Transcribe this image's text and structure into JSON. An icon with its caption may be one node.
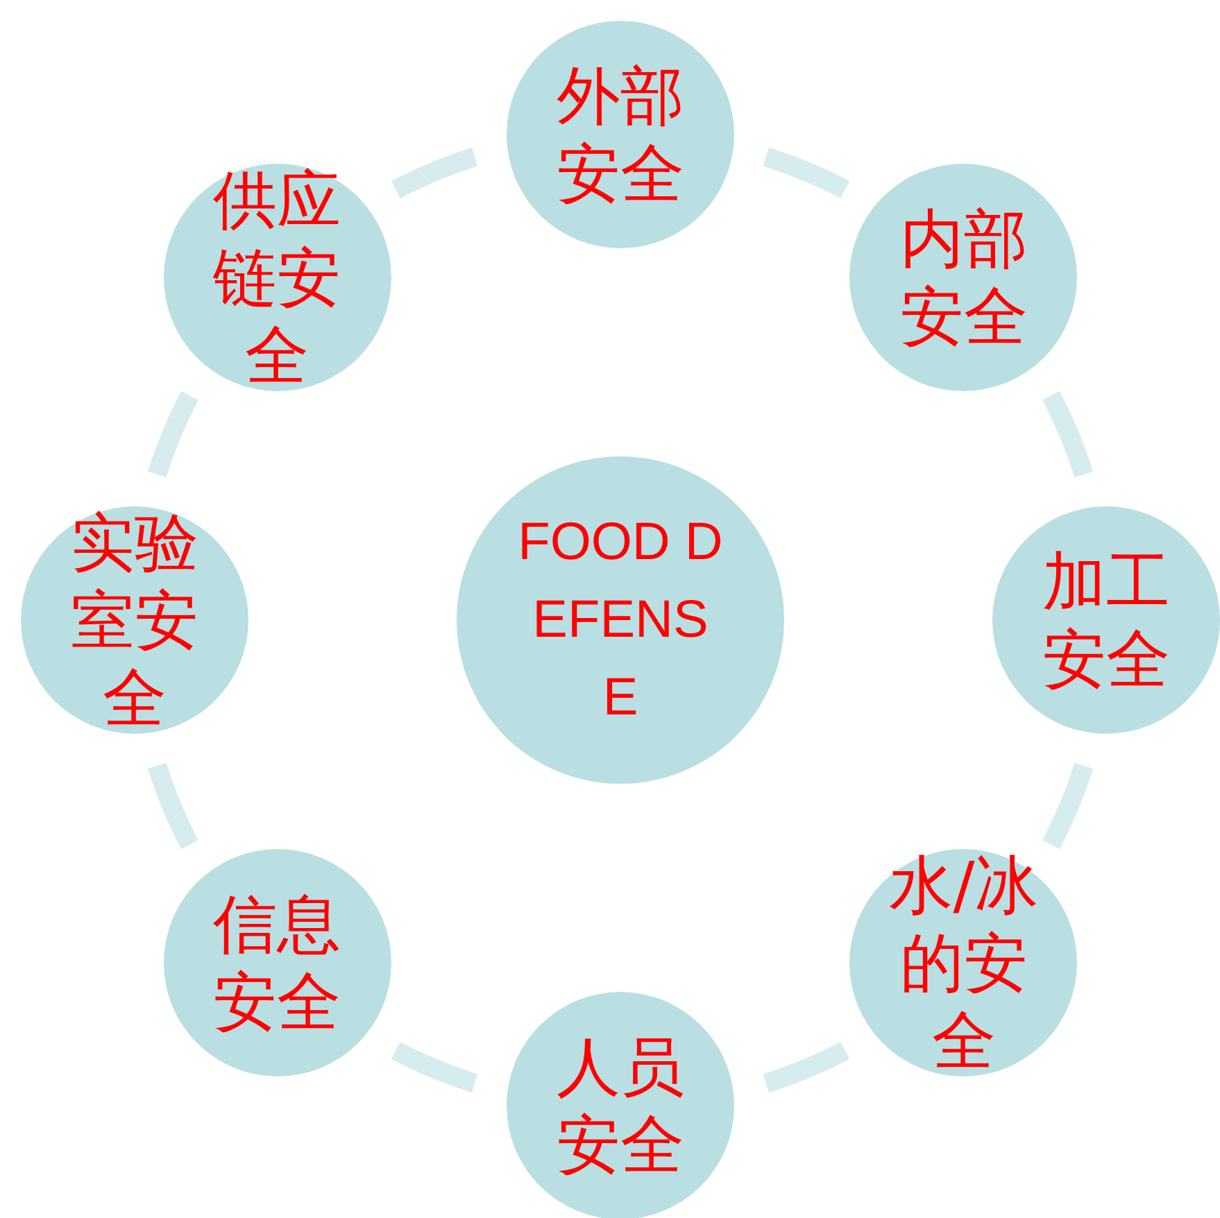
{
  "diagram": {
    "nodes": [
      {
        "text": [
          "FOOD DEFENSE"
        ]
      },
      {
        "text": [
          "外部安全"
        ]
      },
      {
        "text": [
          "内部安全"
        ]
      },
      {
        "text": [
          "加工安全"
        ]
      },
      {
        "text": [
          "水/冰的安全"
        ]
      },
      {
        "text": [
          "人员安全"
        ]
      },
      {
        "text": [
          "信息安全"
        ]
      },
      {
        "text": [
          "实验室安全"
        ]
      },
      {
        "text": [
          "供应链安全"
        ]
      }
    ],
    "edges": [
      {
        "from": 1,
        "to": 2,
        "arrow": "none"
      },
      {
        "from": 2,
        "to": 3,
        "arrow": "none"
      },
      {
        "from": 3,
        "to": 4,
        "arrow": "none"
      },
      {
        "from": 4,
        "to": 5,
        "arrow": "none"
      },
      {
        "from": 5,
        "to": 6,
        "arrow": "none"
      },
      {
        "from": 6,
        "to": 7,
        "arrow": "none"
      },
      {
        "from": 7,
        "to": 8,
        "arrow": "none"
      },
      {
        "from": 8,
        "to": 1,
        "arrow": "none"
      }
    ]
  }
}
